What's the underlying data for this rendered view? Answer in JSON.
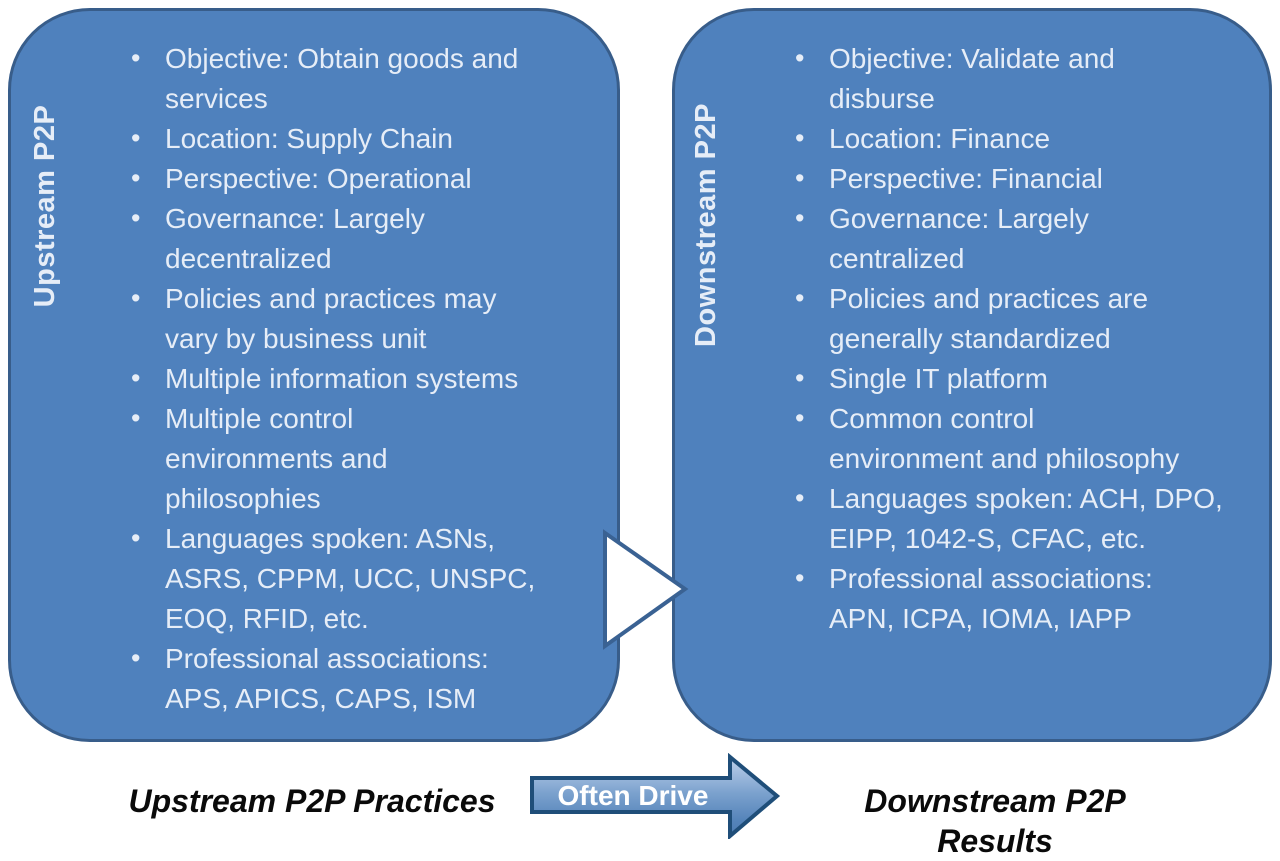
{
  "colors": {
    "panel_fill": "#4f81bd",
    "panel_border": "#385d8a",
    "panel_text": "#e6edf7",
    "mid_arrow_fill": "#ffffff",
    "mid_arrow_border": "#3a6293",
    "drive_arrow_border": "#1f4e79",
    "drive_arrow_gradient_top": "#bfd0e8",
    "drive_arrow_gradient_mid": "#7ca2ce",
    "drive_arrow_gradient_bottom": "#4d7bb1",
    "caption_text": "#0a0a0a",
    "background": "#ffffff"
  },
  "left_panel": {
    "title": "Upstream P2P",
    "bullets": [
      "Objective: Obtain goods and\nservices",
      "Location: Supply Chain",
      "Perspective: Operational",
      "Governance: Largely\ndecentralized",
      "Policies and practices may\nvary by business unit",
      "Multiple information systems",
      "Multiple control\nenvironments and\nphilosophies",
      "Languages spoken: ASNs,\nASRS, CPPM, UCC, UNSPC,\nEOQ, RFID, etc.",
      "Professional associations:\nAPS, APICS, CAPS, ISM"
    ]
  },
  "right_panel": {
    "title": "Downstream P2P",
    "bullets": [
      "Objective: Validate and\ndisburse",
      "Location: Finance",
      "Perspective: Financial",
      "Governance: Largely\ncentralized",
      "Policies and practices are\ngenerally standardized",
      "Single IT platform",
      "Common control\nenvironment and philosophy",
      "Languages spoken: ACH, DPO,\nEIPP, 1042-S, CFAC, etc.",
      "Professional associations:\nAPN, ICPA, IOMA, IAPP"
    ]
  },
  "footer": {
    "left_caption": "Upstream P2P Practices",
    "arrow_label": "Often Drive",
    "right_caption": "Downstream P2P Results"
  }
}
